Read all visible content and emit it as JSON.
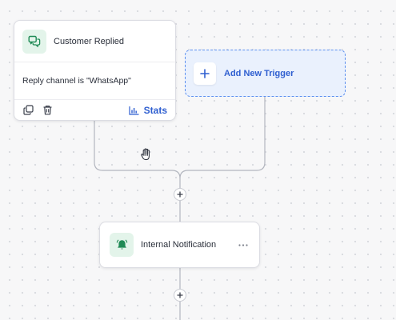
{
  "trigger": {
    "title": "Customer Replied",
    "icon": "chat-bubbles-icon",
    "condition": "Reply channel is \"WhatsApp\"",
    "actions": {
      "copy_icon": "copy-icon",
      "delete_icon": "trash-icon",
      "stats_label": "Stats",
      "stats_icon": "bar-chart-icon"
    }
  },
  "add_trigger": {
    "label": "Add New Trigger",
    "icon": "plus-icon"
  },
  "action": {
    "title": "Internal Notification",
    "icon": "bell-icon",
    "menu_icon": "more-horizontal-icon"
  },
  "colors": {
    "accent": "#2f5fd0",
    "icon_green": "#1f8a55",
    "icon_bg": "#e3f4ea",
    "dashed_border": "#5b8ff0",
    "dashed_bg": "#eaf1fd",
    "connector": "#b3b6bf"
  }
}
